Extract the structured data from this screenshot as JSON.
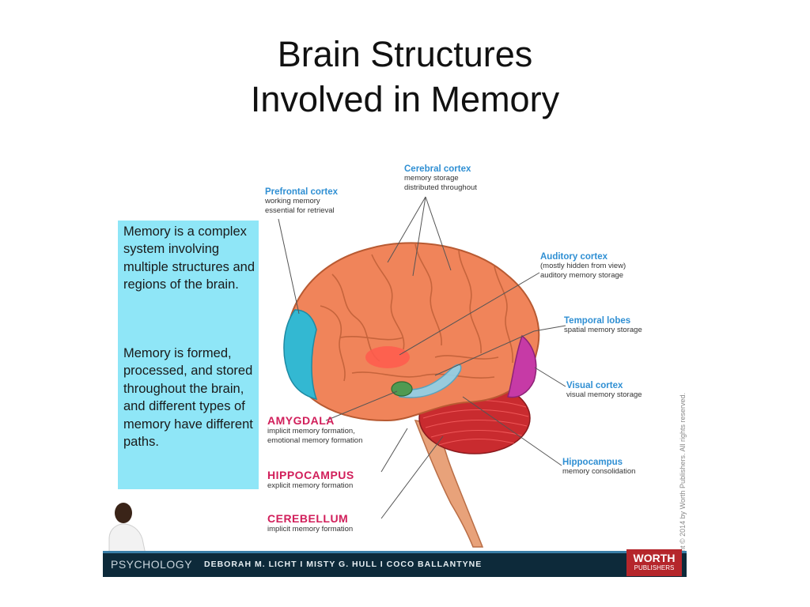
{
  "slide": {
    "title": "Brain Structures\nInvolved in Memory"
  },
  "info_box": {
    "para1": "Memory is a complex system involving multiple structures and regions of the brain.",
    "para2": "Memory is formed, processed, and stored throughout the brain, and different types of memory have different paths."
  },
  "labels": {
    "prefrontal": {
      "title": "Prefrontal cortex",
      "desc": "working memory\nessential for retrieval"
    },
    "cerebral": {
      "title": "Cerebral cortex",
      "desc": "memory storage\ndistributed throughout"
    },
    "auditory": {
      "title": "Auditory cortex",
      "desc": "(mostly hidden from view)\nauditory memory storage"
    },
    "temporal": {
      "title": "Temporal lobes",
      "desc": "spatial memory storage"
    },
    "visual": {
      "title": "Visual cortex",
      "desc": "visual memory storage"
    },
    "hippocampus_right": {
      "title": "Hippocampus",
      "desc": "memory consolidation"
    },
    "amygdala": {
      "title": "AMYGDALA",
      "desc": "implicit memory formation,\nemotional memory formation"
    },
    "hippocampus_left": {
      "title": "HIPPOCAMPUS",
      "desc": "explicit memory formation"
    },
    "cerebellum": {
      "title": "CEREBELLUM",
      "desc": "implicit memory formation"
    }
  },
  "copyright": "Copyright © 2014 by Worth Publishers. All rights reserved.",
  "footer": {
    "series": "PSYCHOLOGY",
    "authors": "DEBORAH M. LICHT  I  MISTY G. HULL  I  COCO BALLANTYNE",
    "publisher_name": "WORTH",
    "publisher_sub": "PUBLISHERS"
  },
  "colors": {
    "label_title": "#2f8fd3",
    "label_title_red": "#d11e5a",
    "info_box": "#8fe6f7",
    "cortex": "#f0845a",
    "prefrontal": "#33b8d2",
    "visual": "#c63aa6",
    "cerebellum": "#c92b2f",
    "amygdala": "#4f9a52"
  }
}
